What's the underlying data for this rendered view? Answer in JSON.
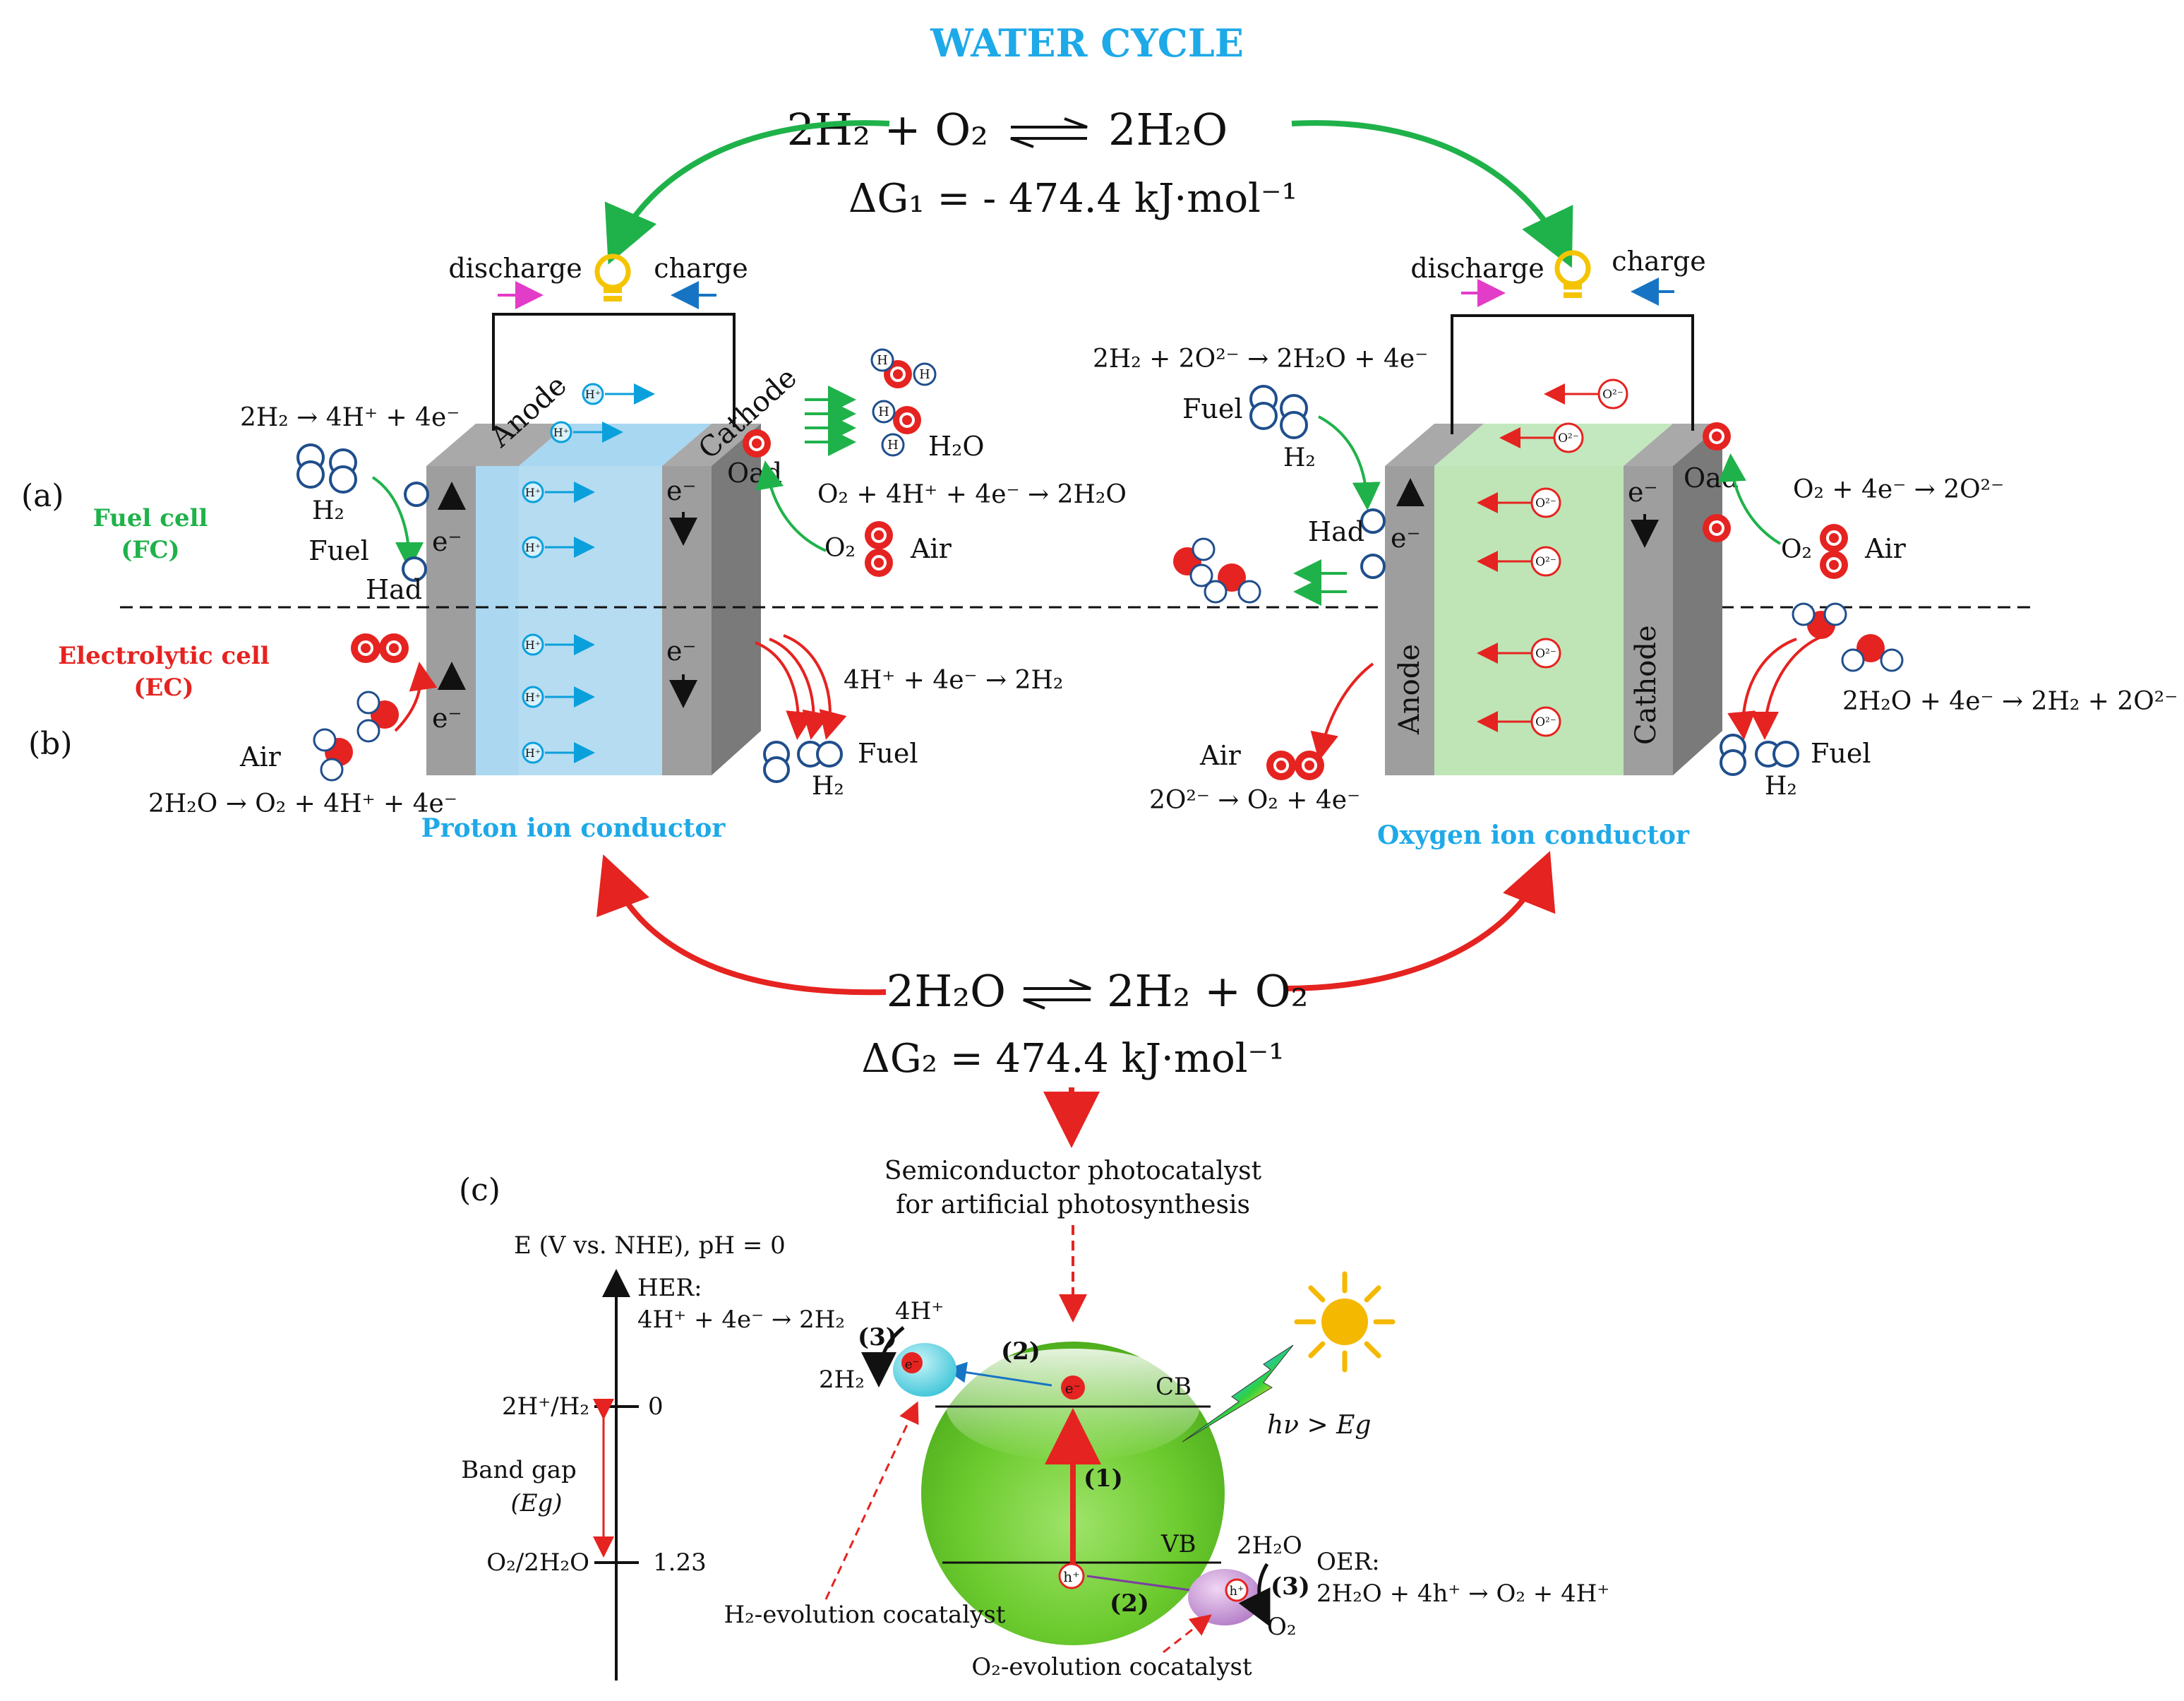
{
  "title": "WATER CYCLE",
  "top_eq": {
    "lhs": "2H₂ + O₂",
    "rhs": "2H₂O",
    "dg": "ΔG₁ = - 474.4 kJ·mol⁻¹"
  },
  "bottom_eq": {
    "lhs": "2H₂O",
    "rhs": "2H₂ + O₂",
    "dg": "ΔG₂ = 474.4 kJ·mol⁻¹"
  },
  "panel_labels": {
    "a": "(a)",
    "b": "(b)",
    "c": "(c)"
  },
  "mode_labels": {
    "fc_line1": "Fuel cell",
    "fc_line2": "(FC)",
    "ec_line1": "Electrolytic cell",
    "ec_line2": "(EC)"
  },
  "common": {
    "discharge": "discharge",
    "charge": "charge",
    "anode": "Anode",
    "cathode": "Cathode",
    "e": "e⁻",
    "fuel": "Fuel",
    "air": "Air",
    "h2": "H₂",
    "h2o": "H₂O",
    "o2": "O₂",
    "hplus": "H⁺",
    "o2minus": "O²⁻",
    "h": "H",
    "o": "O",
    "had": "Had",
    "oad": "Oad"
  },
  "proton": {
    "conductor": "Proton ion conductor",
    "anode_fc_eq": "2H₂ → 4H⁺ + 4e⁻",
    "cathode_fc_eq": "O₂ + 4H⁺ + 4e⁻ → 2H₂O",
    "cathode_ec_eq": "4H⁺ + 4e⁻ → 2H₂",
    "anode_ec_eq": "2H₂O → O₂ + 4H⁺ + 4e⁻"
  },
  "oxygen": {
    "conductor": "Oxygen ion conductor",
    "anode_fc_eq": "2H₂ + 2O²⁻ → 2H₂O + 4e⁻",
    "cathode_fc_eq": "O₂ + 4e⁻ → 2O²⁻",
    "cathode_ec_eq": "2H₂O + 4e⁻ → 2H₂ + 2O²⁻",
    "anode_ec_eq": "2O²⁻ → O₂ + 4e⁻"
  },
  "photo": {
    "caption_line1": "Semiconductor photocatalyst",
    "caption_line2": "for artificial photosynthesis",
    "axis_label": "E (V vs. NHE), pH = 0",
    "her_line1": "HER:",
    "her_line2": "4H⁺ + 4e⁻ → 2H₂",
    "level_h": "2H⁺/H₂",
    "level_h_val": "0",
    "level_o": "O₂/2H₂O",
    "level_o_val": "1.23",
    "bandgap_line1": "Band gap",
    "bandgap_line2": "(Eg)",
    "cb": "CB",
    "vb": "VB",
    "hv": "hν > Eg",
    "step1": "(1)",
    "step2": "(2)",
    "step3": "(3)",
    "fourHplus": "4H⁺",
    "twoH2": "2H₂",
    "twoH2O": "2H₂O",
    "o2": "O₂",
    "oer_line1": "OER:",
    "oer_line2": "2H₂O + 4h⁺ → O₂ + 4H⁺",
    "h2_cocat": "H₂-evolution cocatalyst",
    "o2_cocat": "O₂-evolution cocatalyst",
    "e_carrier": "e⁻",
    "h_carrier": "h⁺"
  },
  "colors": {
    "title": "#1EA9E8",
    "fc": "#1FB24A",
    "ec": "#E52320",
    "proton_blue": "#0AA0DC",
    "discharge": "#E23CC8",
    "charge": "#1774C4",
    "bulb": "#F5C400"
  }
}
